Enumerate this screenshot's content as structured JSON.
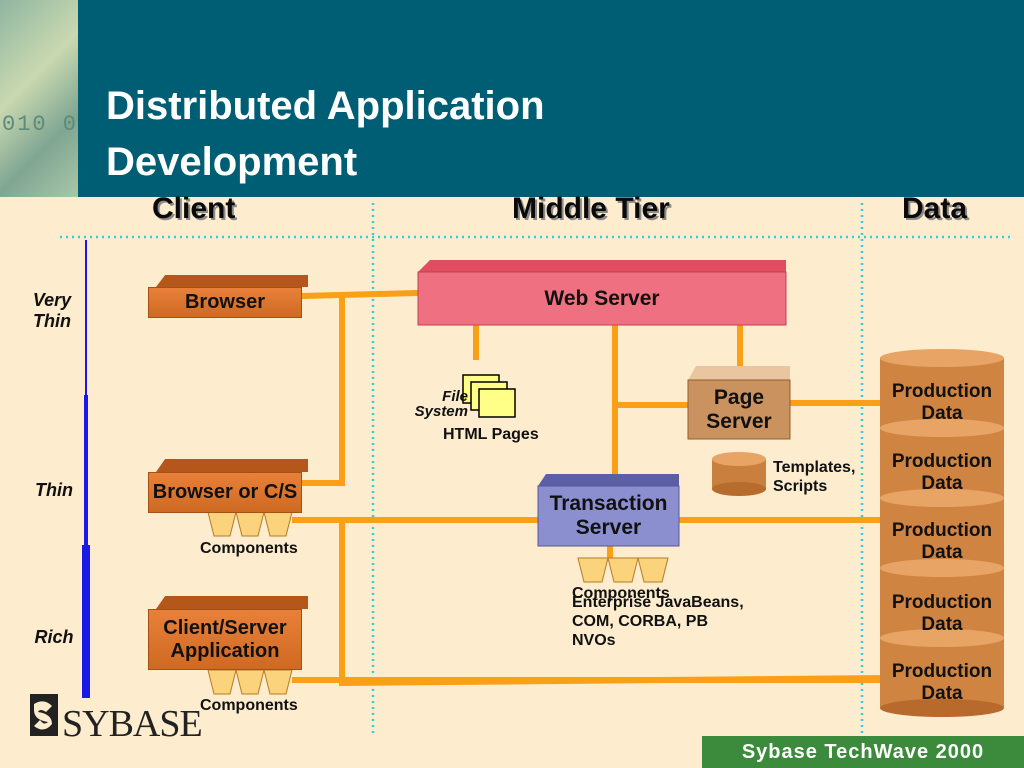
{
  "slide": {
    "title": "Distributed Application\nDevelopment",
    "corner_bits": "010  0"
  },
  "columns": {
    "client": "Client",
    "middle": "Middle Tier",
    "data": "Data"
  },
  "tiers": {
    "very_thin": "Very\nThin",
    "thin": "Thin",
    "rich": "Rich"
  },
  "client_boxes": {
    "browser": "Browser",
    "browser_cs": "Browser or C/S",
    "client_server": "Client/Server\nApplication"
  },
  "components": {
    "label_client": "Components",
    "label_client_bottom": "Components",
    "label_middle": "Components"
  },
  "middle": {
    "web_server": "Web Server",
    "page_server": "Page\nServer",
    "transaction_server": "Transaction\nServer",
    "file_system": "File\nSystem",
    "html_pages": "HTML Pages",
    "templates": "Templates,\nScripts",
    "ejb": "Enterprise JavaBeans,\nCOM, CORBA, PB\nNVOs"
  },
  "data_stores": [
    {
      "label": "Production\nData"
    },
    {
      "label": "Production\nData"
    },
    {
      "label": "Production\nData"
    },
    {
      "label": "Production\nData"
    },
    {
      "label": "Production\nData"
    }
  ],
  "footer": {
    "logo_text": "SYBASE",
    "badge": "Sybase TechWave 2000"
  },
  "colors": {
    "title_bar": "#005e74",
    "background": "#fdeccd",
    "connector": "#f9a016",
    "web_server": "#ee6b78",
    "transaction_server": "#8c8fcf",
    "page_server": "#c9925e",
    "tier_bar": "#1a1ae6",
    "footer_badge": "#3c8a3c"
  }
}
